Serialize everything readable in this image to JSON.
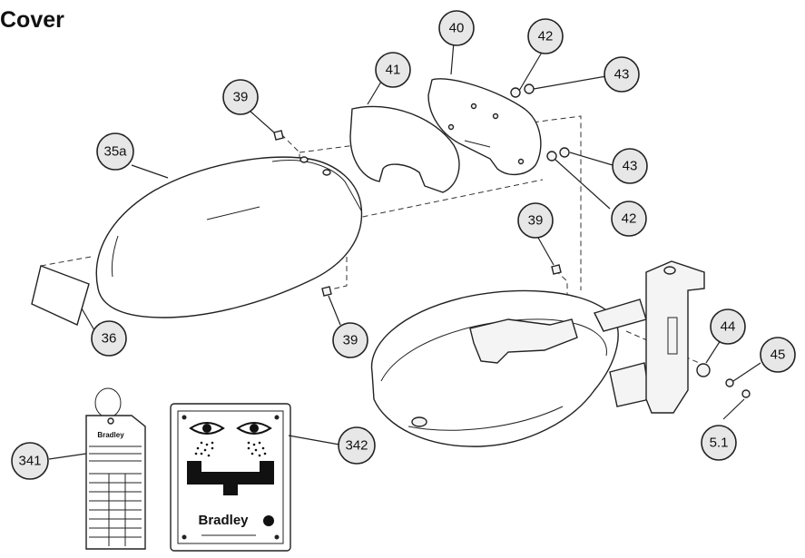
{
  "heading": "Cover",
  "callouts": [
    {
      "id": "c40",
      "label": "40"
    },
    {
      "id": "c42a",
      "label": "42"
    },
    {
      "id": "c43a",
      "label": "43"
    },
    {
      "id": "c41",
      "label": "41"
    },
    {
      "id": "c39a",
      "label": "39"
    },
    {
      "id": "c35a",
      "label": "35a"
    },
    {
      "id": "c43b",
      "label": "43"
    },
    {
      "id": "c42b",
      "label": "42"
    },
    {
      "id": "c39b",
      "label": "39"
    },
    {
      "id": "c36",
      "label": "36"
    },
    {
      "id": "c39c",
      "label": "39"
    },
    {
      "id": "c44",
      "label": "44"
    },
    {
      "id": "c45",
      "label": "45"
    },
    {
      "id": "c51",
      "label": "5.1"
    },
    {
      "id": "c341",
      "label": "341"
    },
    {
      "id": "c342",
      "label": "342"
    }
  ],
  "sign": {
    "brand": "Bradley"
  },
  "tag": {
    "brand": "Bradley"
  }
}
